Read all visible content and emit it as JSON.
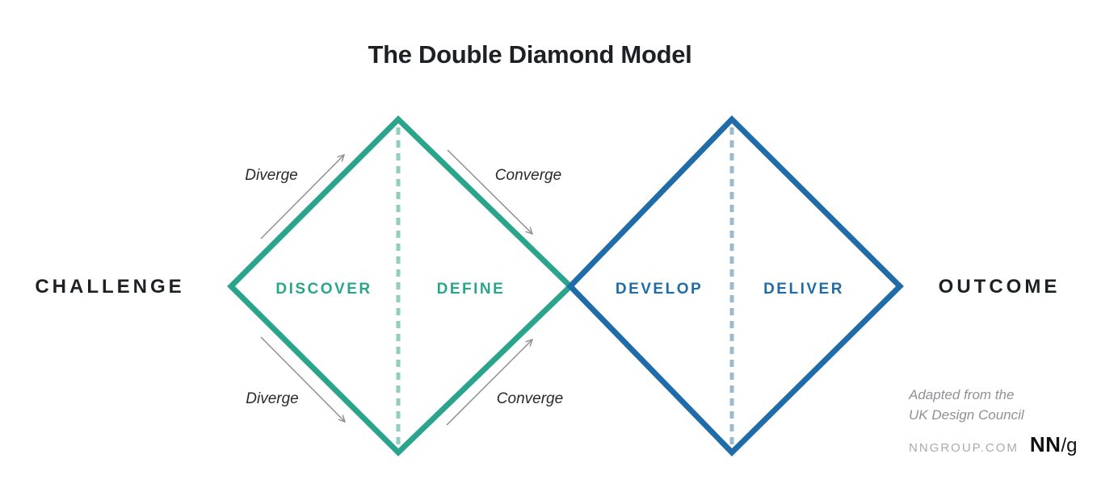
{
  "title": "The Double Diamond Model",
  "endpoints": {
    "left": "CHALLENGE",
    "right": "OUTCOME"
  },
  "phases": {
    "discover": "DISCOVER",
    "define": "DEFINE",
    "develop": "DEVELOP",
    "deliver": "DELIVER"
  },
  "flow": {
    "diverge": "Diverge",
    "converge": "Converge"
  },
  "attribution": {
    "line1": "Adapted from the",
    "line2": "UK Design Council",
    "site": "NNGROUP.COM",
    "logo_bold": "NN",
    "logo_light": "/g"
  },
  "colors": {
    "green": "#2aa58c",
    "green_dash": "#8ecfc0",
    "blue": "#1f6ca8",
    "blue_dash": "#9db9cc",
    "arrow": "#8f8f8f",
    "heading": "#1d2125",
    "flow_text": "#2a2a2a",
    "attribution_gray": "#909094",
    "site_gray": "#aaaaae"
  }
}
